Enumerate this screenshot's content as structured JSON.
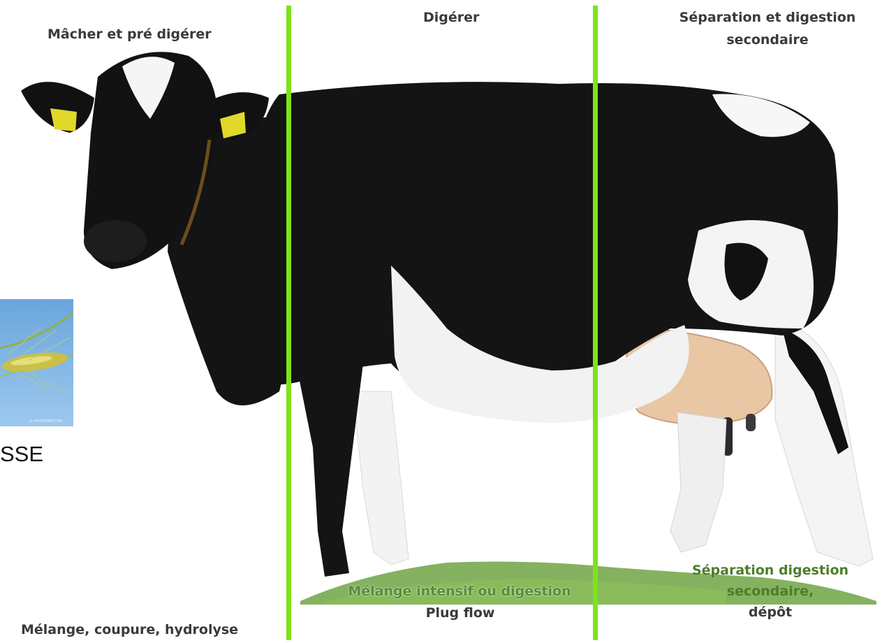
{
  "labels": {
    "top_left": "Mâcher et pré digérer",
    "top_mid": "Digérer",
    "top_right_line1": "Séparation et digestion",
    "top_right_line2": "secondaire",
    "bottom_left": "Mélange, coupure, hydrolyse",
    "bottom_mid_line1": "Mélange intensif ou digestion",
    "bottom_mid_line2": "Plug flow",
    "bottom_right_line1": "Séparation digestion",
    "bottom_right_line2": "secondaire,",
    "bottom_right_line3": "dépôt"
  },
  "side_photo": {
    "word": "SSE",
    "watermark": "© PHOTOWAY.COM"
  },
  "colors": {
    "divider": "#7ee31a",
    "label_dark": "#3a3a3a",
    "label_green": "#4d7d2a",
    "sky": "#7fb6e6",
    "grass": "#6fa544"
  },
  "images": [
    "holstein-cow-photo",
    "wheat-ear-photo"
  ]
}
